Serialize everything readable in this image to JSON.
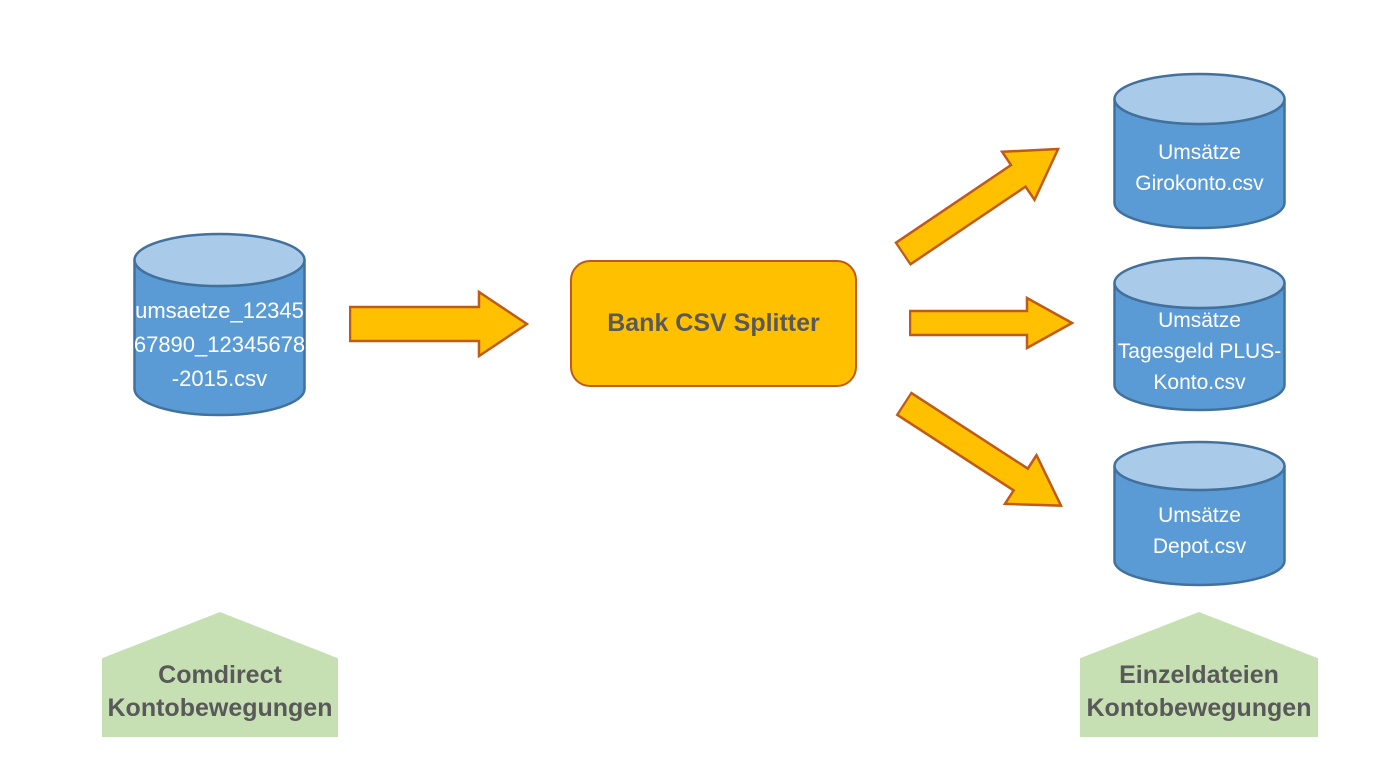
{
  "colors": {
    "cylinder_fill": "#5B9BD5",
    "cylinder_top": "#A9CAE9",
    "cylinder_border": "#41719C",
    "arrow_fill": "#FFC000",
    "arrow_border": "#BF5B17",
    "splitter_fill": "#FFC000",
    "splitter_border": "#BF5B17",
    "house_fill": "#C6E0B4",
    "dark_text": "#595959",
    "light_text": "#FFFFFF"
  },
  "icons": {
    "source_shape": "database-cylinder-icon",
    "output_shape": "database-cylinder-icon",
    "flow_shape": "right-block-arrow-icon",
    "caption_shape": "house-pentagon-icon"
  },
  "source": {
    "file_lines": [
      "umsaetze_12345",
      "67890_12345678",
      "-2015.csv"
    ],
    "caption_lines": [
      "Comdirect",
      "Kontobewegungen"
    ]
  },
  "splitter": {
    "label": "Bank CSV Splitter"
  },
  "outputs": {
    "girokonto": {
      "lines": [
        "Umsätze",
        "Girokonto.csv"
      ]
    },
    "tagesgeld": {
      "lines": [
        "Umsätze",
        "Tagesgeld PLUS-",
        "Konto.csv"
      ]
    },
    "depot": {
      "lines": [
        "Umsätze",
        "Depot.csv"
      ]
    },
    "caption_lines": [
      "Einzeldateien",
      "Kontobewegungen"
    ]
  }
}
